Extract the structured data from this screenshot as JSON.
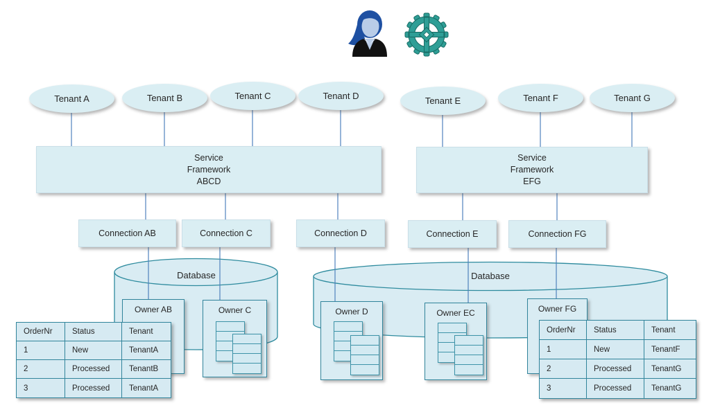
{
  "title": "Multi-tenant service framework and database architecture diagram",
  "icons": [
    {
      "name": "businesswoman-icon"
    },
    {
      "name": "gear-icon"
    }
  ],
  "colors": {
    "shape_fill": "#daeef3",
    "teal_border": "#31849b",
    "connector_line": "#4f81bd",
    "person_hair": "#1e50a2",
    "person_face": "#b9cde8",
    "person_suit": "#0d0d0d",
    "gear_teal": "#2f9e96",
    "text": "#262626"
  },
  "tenants": [
    {
      "label": "Tenant A"
    },
    {
      "label": "Tenant B"
    },
    {
      "label": "Tenant C"
    },
    {
      "label": "Tenant D"
    },
    {
      "label": "Tenant E"
    },
    {
      "label": "Tenant F"
    },
    {
      "label": "Tenant G"
    }
  ],
  "frameworks": [
    {
      "lines": [
        "Service",
        "Framework",
        "ABCD"
      ]
    },
    {
      "lines": [
        "Service",
        "Framework",
        "EFG"
      ]
    }
  ],
  "connections": [
    {
      "label": "Connection AB"
    },
    {
      "label": "Connection C"
    },
    {
      "label": "Connection D"
    },
    {
      "label": "Connection E"
    },
    {
      "label": "Connection FG"
    }
  ],
  "databases": [
    {
      "label": "Database",
      "owners": [
        "Owner AB",
        "Owner C"
      ]
    },
    {
      "label": "Database",
      "owners": [
        "Owner D",
        "Owner EC",
        "Owner FG"
      ]
    }
  ],
  "tables": [
    {
      "headers": [
        "OrderNr",
        "Status",
        "Tenant"
      ],
      "rows": [
        [
          "1",
          "New",
          "TenantA"
        ],
        [
          "2",
          "Processed",
          "TenantB"
        ],
        [
          "3",
          "Processed",
          "TenantA"
        ]
      ]
    },
    {
      "headers": [
        "OrderNr",
        "Status",
        "Tenant"
      ],
      "rows": [
        [
          "1",
          "New",
          "TenantF"
        ],
        [
          "2",
          "Processed",
          "TenantG"
        ],
        [
          "3",
          "Processed",
          "TenantG"
        ]
      ]
    }
  ]
}
